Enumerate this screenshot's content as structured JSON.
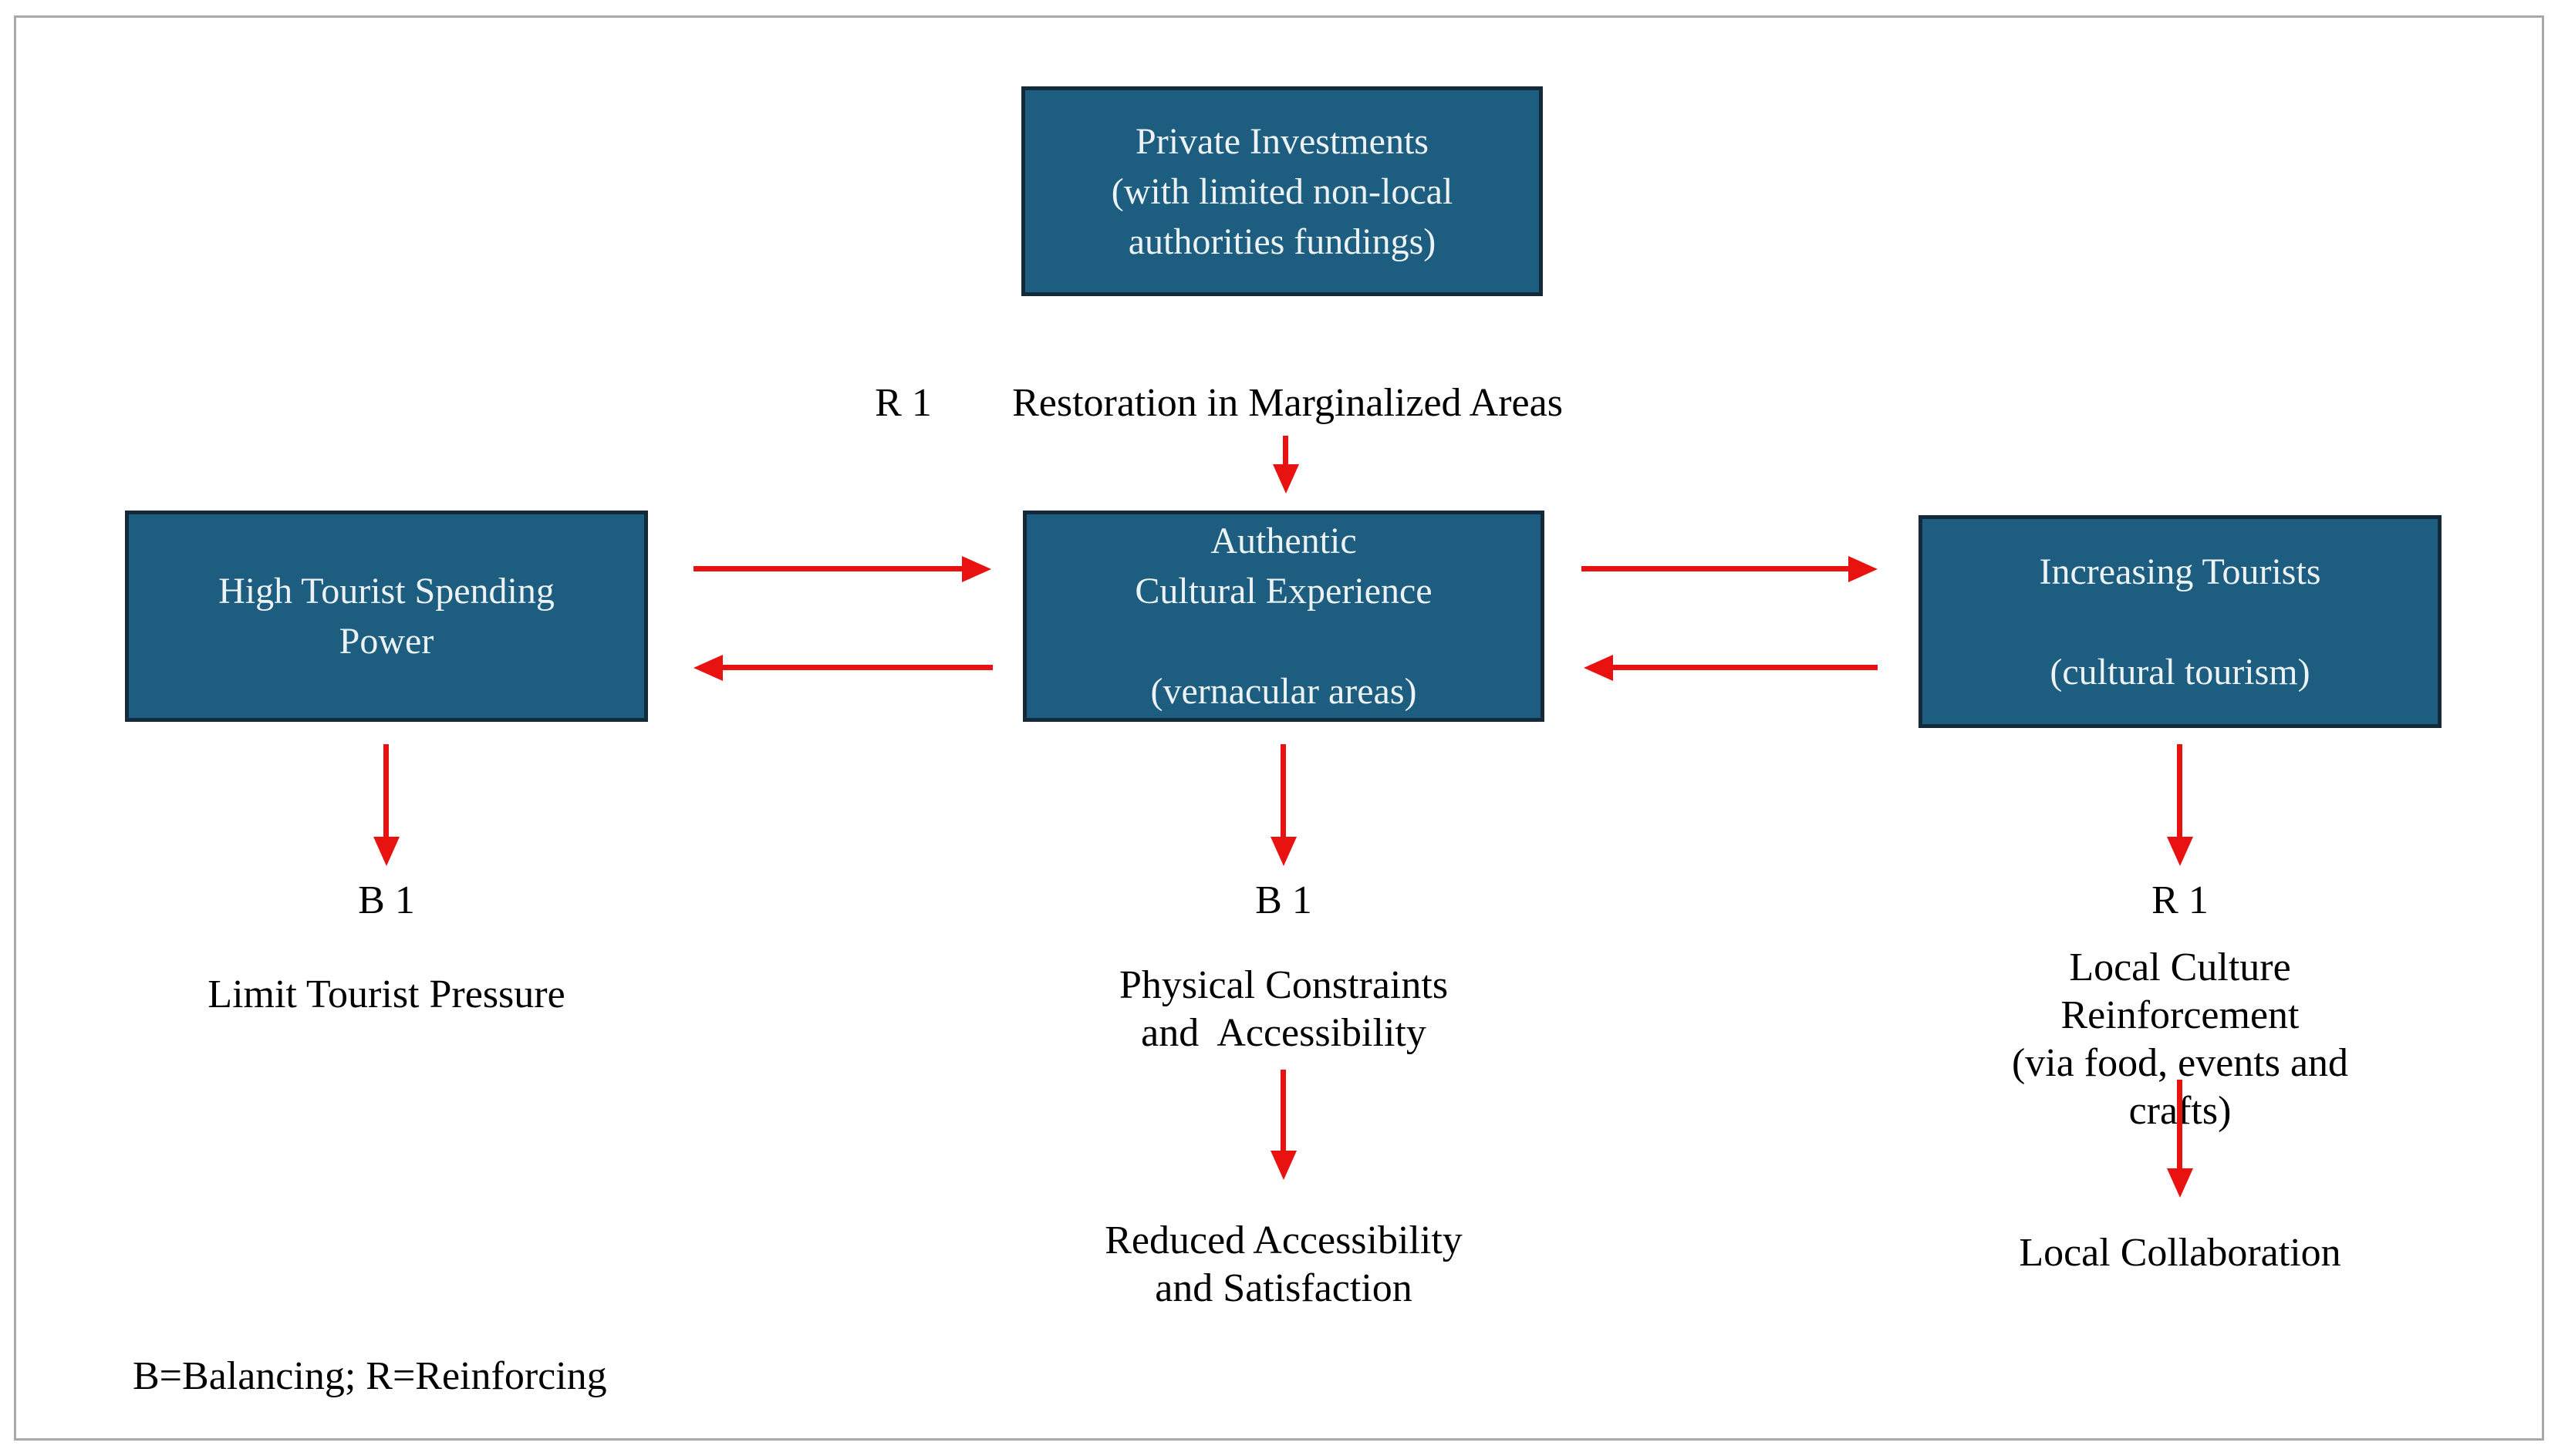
{
  "colors": {
    "background": "#ffffff",
    "frame_border": "#a9a9a9",
    "box_fill": "#1d5e80",
    "box_border": "#14293a",
    "box_text": "#edf2f5",
    "arrow": "#e81210",
    "text": "#000000"
  },
  "nodes": {
    "private_investments": "Private Investments\n(with limited non-local\nauthorities fundings)",
    "high_tourist_spending": "High Tourist Spending\nPower",
    "authentic_cultural": "Authentic\nCultural Experience\n\n(vernacular areas)",
    "increasing_tourists": "Increasing Tourists\n\n(cultural tourism)"
  },
  "labels": {
    "r1_top": "R 1",
    "restoration": "Restoration in Marginalized Areas",
    "b1_left": "B 1",
    "limit_tourist_pressure": "Limit Tourist Pressure",
    "b1_center": "B 1",
    "physical_constraints": "Physical Constraints\nand  Accessibility",
    "reduced_accessibility": "Reduced Accessibility\nand Satisfaction",
    "r1_right": "R 1",
    "local_culture_reinforcement": "Local Culture Reinforcement\n(via food, events and crafts)",
    "local_collaboration": "Local Collaboration",
    "legend": "B=Balancing; R=Reinforcing"
  }
}
